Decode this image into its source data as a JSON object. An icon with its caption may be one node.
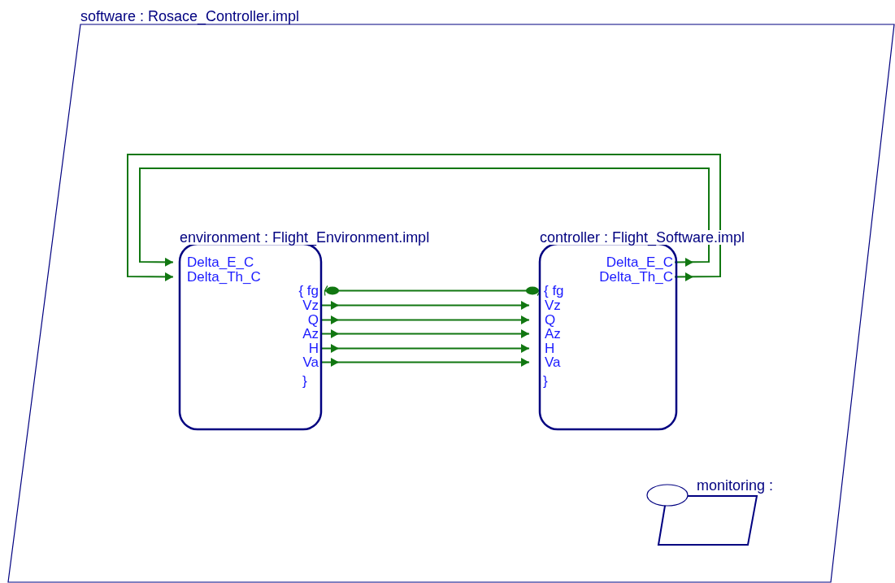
{
  "diagram": {
    "nodes": [
      {
        "text": [
          "software : Rosace_Controller.impl"
        ]
      },
      {
        "text": [
          "environment : Flight_Environment.impl"
        ],
        "in": 0
      },
      {
        "text": [
          "Delta_E_C"
        ],
        "in": 1
      },
      {
        "text": [
          "Delta_Th_C"
        ],
        "in": 1
      },
      {
        "text": [
          "{ fg"
        ],
        "in": 1
      },
      {
        "text": [
          "Vz"
        ],
        "in": 1
      },
      {
        "text": [
          "Q"
        ],
        "in": 1
      },
      {
        "text": [
          "Az"
        ],
        "in": 1
      },
      {
        "text": [
          "H"
        ],
        "in": 1
      },
      {
        "text": [
          "Va"
        ],
        "in": 1
      },
      {
        "text": [
          "controller : Flight_Software.impl"
        ],
        "in": 0
      },
      {
        "text": [
          "Delta_E_C"
        ],
        "in": 10
      },
      {
        "text": [
          "Delta_Th_C"
        ],
        "in": 10
      },
      {
        "text": [
          "{ fg"
        ],
        "in": 10
      },
      {
        "text": [
          "Vz"
        ],
        "in": 10
      },
      {
        "text": [
          "Q"
        ],
        "in": 10
      },
      {
        "text": [
          "Az"
        ],
        "in": 10
      },
      {
        "text": [
          "H"
        ],
        "in": 10
      },
      {
        "text": [
          "Va"
        ],
        "in": 10
      },
      {
        "text": [
          "monitoring :"
        ],
        "in": 0
      }
    ],
    "edges": [
      {
        "from": 11,
        "to": 2,
        "arrow": "to"
      },
      {
        "from": 12,
        "to": 3,
        "arrow": "to"
      },
      {
        "from": 4,
        "to": 13,
        "arrow": "other"
      },
      {
        "from": 5,
        "to": 14,
        "arrow": "to"
      },
      {
        "from": 6,
        "to": 15,
        "arrow": "to"
      },
      {
        "from": 7,
        "to": 16,
        "arrow": "to"
      },
      {
        "from": 8,
        "to": 17,
        "arrow": "to"
      },
      {
        "from": 9,
        "to": 18,
        "arrow": "to"
      }
    ],
    "labels": [
      "}",
      "}"
    ]
  }
}
